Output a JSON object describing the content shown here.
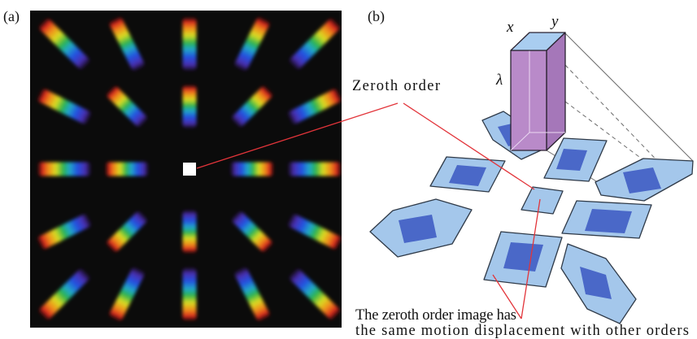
{
  "panel_a": {
    "label": "(a)"
  },
  "panel_b": {
    "label": "(b)",
    "cube_axis_x": "x",
    "cube_axis_y": "y",
    "cube_axis_lambda": "λ"
  },
  "annotations": {
    "zeroth_order": "Zeroth order",
    "note_line_1": "The zeroth order image has",
    "note_line_2": "the same motion displacement with other orders"
  },
  "colors": {
    "panel_background": "#0b0b0b",
    "leader_line": "#e2343a",
    "projection": "#a4c7eb",
    "projection_core": "#4a68c8",
    "cube_front": "#b98ac9",
    "cube_side": "#a577b9",
    "cube_top": "#a9cdf0"
  }
}
